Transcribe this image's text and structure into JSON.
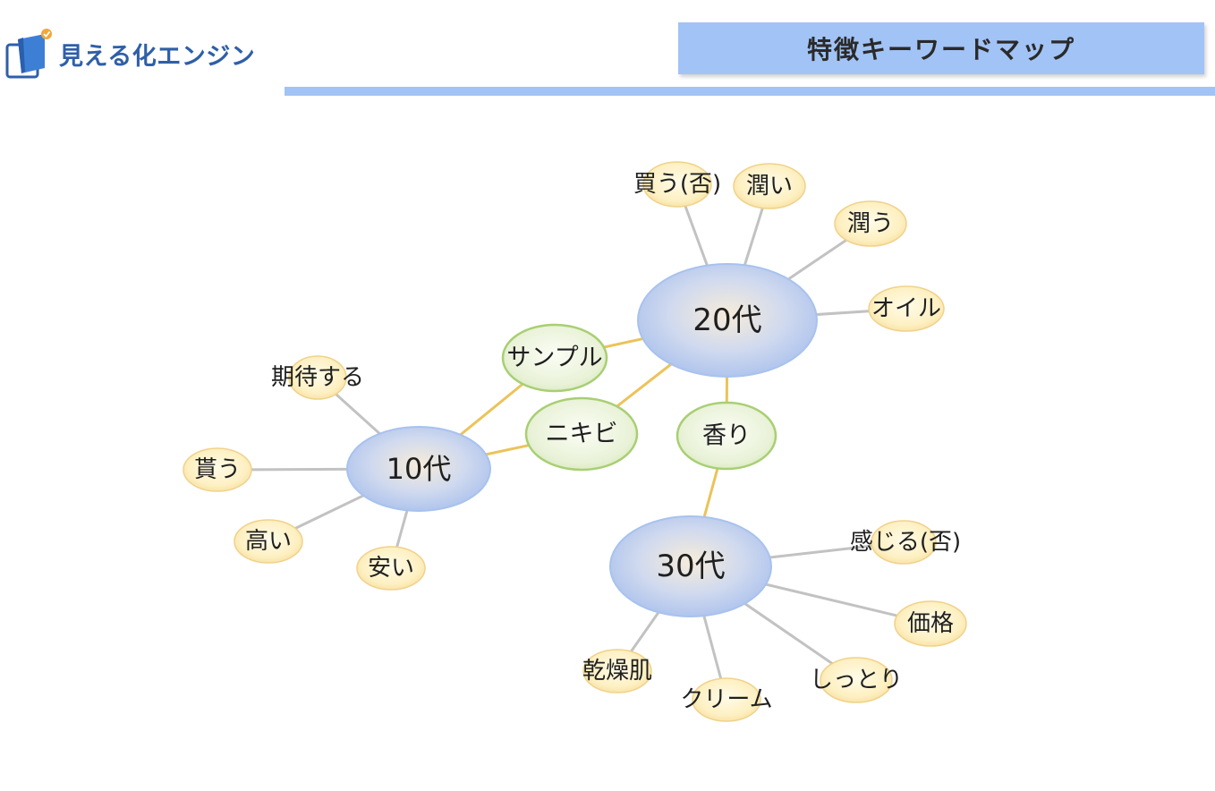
{
  "header": {
    "logo_text": "見える化エンジン",
    "title": "特徴キーワードマップ"
  },
  "colors": {
    "primary_fill": "#b7cbef",
    "primary_edge": "#ecc35a",
    "secondary_fill": "#e8f1d6",
    "secondary_stroke": "#a8cf73",
    "leaf_fill": "#fdf1c4",
    "leaf_stroke": "#f0d28a",
    "leaf_edge": "#c2c2c2",
    "accent": "#a2c3f5",
    "logo_blue": "#2f5fa8"
  },
  "keyword_map": {
    "primary_nodes": [
      {
        "id": "p20",
        "label": "20代"
      },
      {
        "id": "p10",
        "label": "10代"
      },
      {
        "id": "p30",
        "label": "30代"
      }
    ],
    "shared_nodes": [
      {
        "id": "s_sample",
        "label": "サンプル",
        "links": [
          "p10",
          "p20"
        ]
      },
      {
        "id": "s_nikibi",
        "label": "ニキビ",
        "links": [
          "p10",
          "p20"
        ]
      },
      {
        "id": "s_kaori",
        "label": "香り",
        "links": [
          "p20",
          "p30"
        ]
      }
    ],
    "leaf_nodes": [
      {
        "id": "l1",
        "label": "買う(否)",
        "parent": "p20"
      },
      {
        "id": "l2",
        "label": "潤い",
        "parent": "p20"
      },
      {
        "id": "l3",
        "label": "潤う",
        "parent": "p20"
      },
      {
        "id": "l4",
        "label": "オイル",
        "parent": "p20"
      },
      {
        "id": "l5",
        "label": "期待する",
        "parent": "p10"
      },
      {
        "id": "l6",
        "label": "貰う",
        "parent": "p10"
      },
      {
        "id": "l7",
        "label": "高い",
        "parent": "p10"
      },
      {
        "id": "l8",
        "label": "安い",
        "parent": "p10"
      },
      {
        "id": "l9",
        "label": "感じる(否)",
        "parent": "p30"
      },
      {
        "id": "l10",
        "label": "価格",
        "parent": "p30"
      },
      {
        "id": "l11",
        "label": "しっとり",
        "parent": "p30"
      },
      {
        "id": "l12",
        "label": "クリーム",
        "parent": "p30"
      },
      {
        "id": "l13",
        "label": "乾燥肌",
        "parent": "p30"
      }
    ]
  }
}
